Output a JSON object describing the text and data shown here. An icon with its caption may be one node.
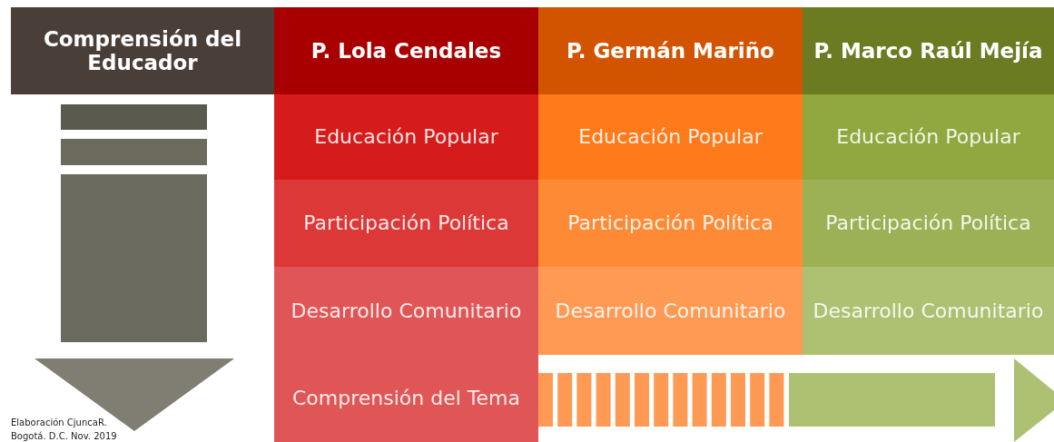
{
  "diagram": {
    "nodes": [
      {
        "text": [
          "Comprensión del Educador"
        ]
      },
      {
        "text": [
          "P. Lola Cendales"
        ]
      },
      {
        "text": [
          "P. Germán Mariño"
        ]
      },
      {
        "text": [
          "P. Marco Raúl Mejía"
        ]
      },
      {
        "text": [
          "Educación Popular"
        ]
      },
      {
        "text": [
          "Educación Popular"
        ]
      },
      {
        "text": [
          "Educación Popular"
        ]
      },
      {
        "text": [
          "Participación Política"
        ]
      },
      {
        "text": [
          "Participación Política"
        ]
      },
      {
        "text": [
          "Participación Política"
        ]
      },
      {
        "text": [
          "Desarrollo Comunitario"
        ]
      },
      {
        "text": [
          "Desarrollo Comunitario"
        ]
      },
      {
        "text": [
          "Desarrollo Comunitario"
        ]
      },
      {
        "text": [
          "Comprensión del Tema"
        ]
      }
    ],
    "labels": [
      "Elaboración CjuncaR.",
      "Bogotá. D.C. Nov. 2019"
    ]
  }
}
